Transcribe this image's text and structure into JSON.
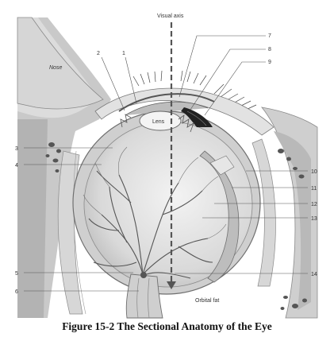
{
  "labels": {
    "visual_axis": "Visual axis",
    "nose": "Nose",
    "lens": "Lens",
    "orbital_fat": "Orbital fat",
    "n1": "1",
    "n2": "2",
    "n3": "3",
    "n4": "4",
    "n5": "5",
    "n6": "6",
    "n7": "7",
    "n8": "8",
    "n9": "9",
    "n10": "10",
    "n11": "11",
    "n12": "12",
    "n13": "13",
    "n14": "14"
  },
  "caption": "Figure 15-2 The Sectional Anatomy of the Eye"
}
